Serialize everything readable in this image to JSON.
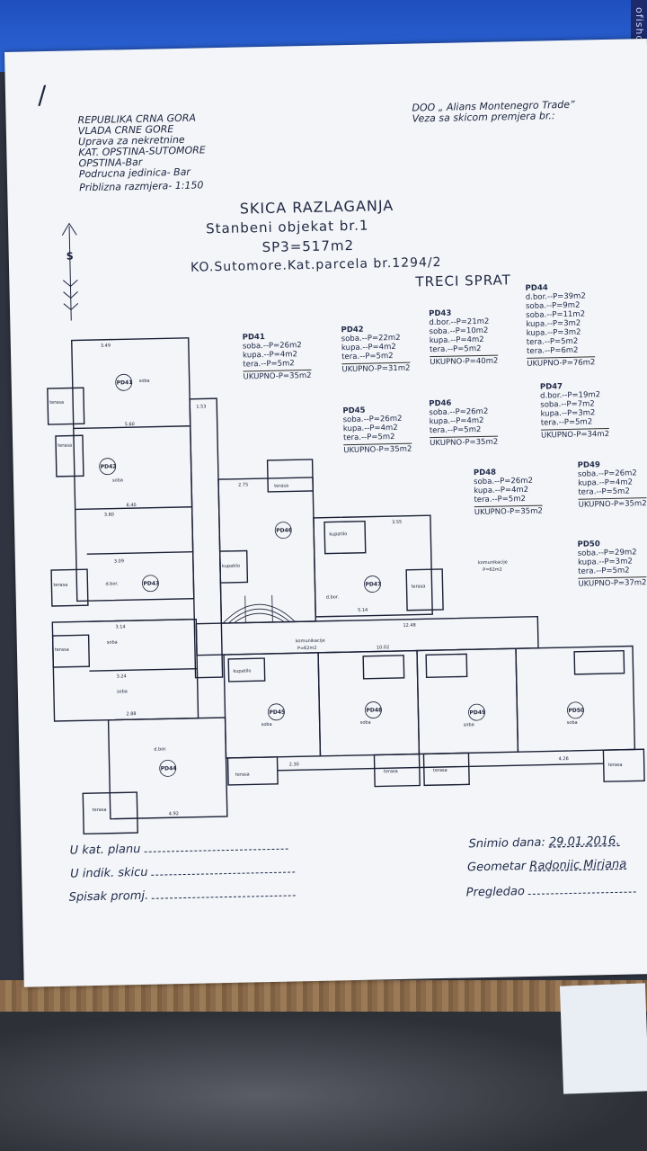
{
  "background": {
    "side_text": "ofishop"
  },
  "header_left": [
    "REPUBLIKA CRNA GORA",
    "VLADA CRNE GORE",
    "Uprava za nekretnine",
    "KAT. OPSTINA-SUTOMORE",
    "OPSTINA-Bar",
    "Podrucna jedinica- Bar",
    "Priblizna razmjera- 1:150"
  ],
  "header_right": [
    "DOO „ Alians Montenegro Trade”",
    "Veza sa skicom premjera br.:"
  ],
  "title": {
    "line1": "SKICA RAZLAGANJA",
    "line2": "Stanbeni objekat br.1",
    "line3": "SP3=517m2",
    "line4": "KO.Sutomore.Kat.parcela br.1294/2",
    "line5": "TRECI SPRAT"
  },
  "north_label": "S",
  "units": [
    {
      "id": "PD41",
      "rows": [
        "soba.--P=26m2",
        "kupa.--P=4m2",
        "tera.--P=5m2"
      ],
      "total": "UKUPNO-P=35m2"
    },
    {
      "id": "PD42",
      "rows": [
        "soba.--P=22m2",
        "kupa.--P=4m2",
        "tera.--P=5m2"
      ],
      "total": "UKUPNO-P=31m2"
    },
    {
      "id": "PD43",
      "rows": [
        "d.bor.--P=21m2",
        "soba.--P=10m2",
        "kupa.--P=4m2",
        "tera.--P=5m2"
      ],
      "total": "UKUPNO-P=40m2"
    },
    {
      "id": "PD44",
      "rows": [
        "d.bor.--P=39m2",
        "soba.--P=9m2",
        "soba.--P=11m2",
        "kupa.--P=3m2",
        "kupa.--P=3m2",
        "tera.--P=5m2",
        "tera.--P=6m2"
      ],
      "total": "UKUPNO-P=76m2"
    },
    {
      "id": "PD45",
      "rows": [
        "soba.--P=26m2",
        "kupa.--P=4m2",
        "tera.--P=5m2"
      ],
      "total": "UKUPNO-P=35m2"
    },
    {
      "id": "PD46",
      "rows": [
        "soba.--P=26m2",
        "kupa.--P=4m2",
        "tera.--P=5m2"
      ],
      "total": "UKUPNO-P=35m2"
    },
    {
      "id": "PD47",
      "rows": [
        "d.bor.--P=19m2",
        "soba.--P=7m2",
        "kupa.--P=3m2",
        "tera.--P=5m2"
      ],
      "total": "UKUPNO-P=34m2"
    },
    {
      "id": "PD48",
      "rows": [
        "soba.--P=26m2",
        "kupa.--P=4m2",
        "tera.--P=5m2"
      ],
      "total": "UKUPNO-P=35m2"
    },
    {
      "id": "PD49",
      "rows": [
        "soba.--P=26m2",
        "kupa.--P=4m2",
        "tera.--P=5m2"
      ],
      "total": "UKUPNO-P=35m2"
    },
    {
      "id": "PD50",
      "rows": [
        "soba.--P=29m2",
        "kupa.--P=3m2",
        "tera.--P=5m2"
      ],
      "total": "UKUPNO-P=37m2"
    }
  ],
  "plan": {
    "room_ids": [
      "PD41",
      "PD42",
      "PD43",
      "PD44",
      "PD45",
      "PD46",
      "PD47",
      "PD48",
      "PD49",
      "PD50"
    ],
    "labels": {
      "komunikacije_1": "komunikacije",
      "komunikacije_1_area": "P=62m2",
      "komunikacije_2": "komunikacije",
      "komunikacije_2_area": "P=62m2",
      "terasa": "terasa",
      "soba": "soba",
      "dbor": "d.bor.",
      "kupatilo": "kupatilo"
    },
    "dims": [
      "3.49",
      "5.60",
      "6.40",
      "3.80",
      "3.09",
      "3.14",
      "3.24",
      "2.88",
      "4.92",
      "12.48",
      "10.02",
      "4.26",
      "2.75",
      "2.30",
      "5.14",
      "3.55",
      "1.53"
    ]
  },
  "footer": {
    "left": [
      "U kat. planu",
      "U indik. skicu",
      "Spisak promj."
    ],
    "right_date_label": "Snimio dana:",
    "right_date": "29.01.2016.",
    "geometar_label": "Geometar",
    "geometar": "Radonjic Mirjana",
    "pregledao_label": "Pregledao"
  }
}
